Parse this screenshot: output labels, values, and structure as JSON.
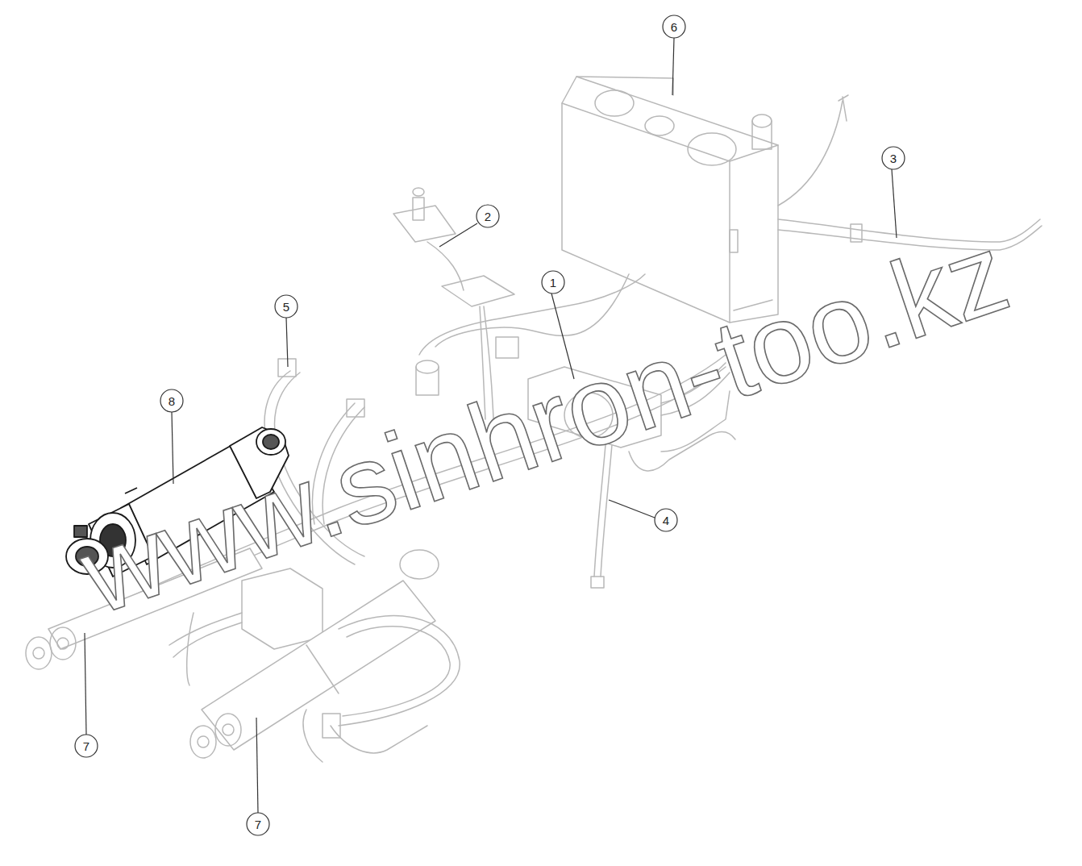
{
  "diagram": {
    "labels": [
      "6",
      "3",
      "2",
      "1",
      "5",
      "8",
      "4",
      "7",
      "7",
      "www.sinhron-too.kz"
    ]
  }
}
